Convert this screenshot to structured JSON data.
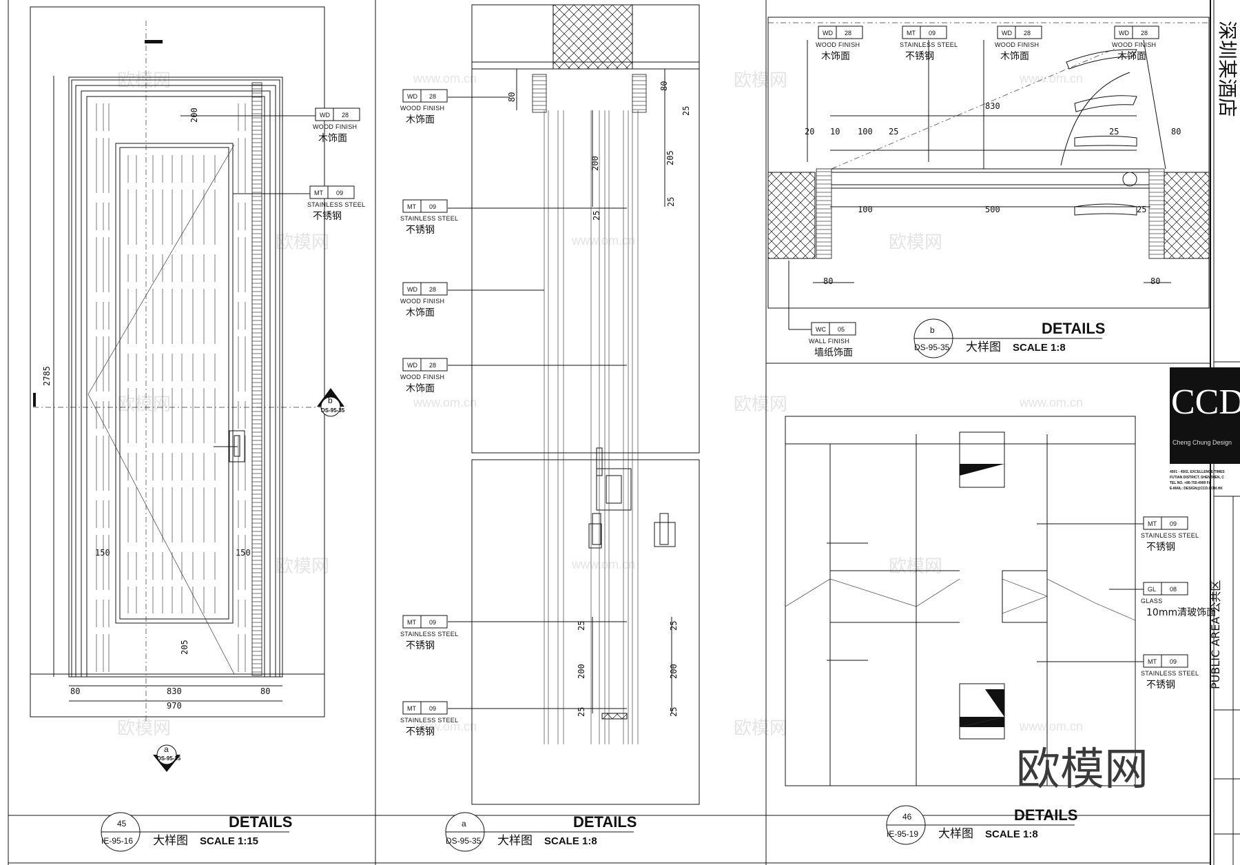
{
  "tags": [
    {
      "id": "t1",
      "code": "WD",
      "num": "28",
      "en": "WOOD FINISH",
      "zh": "木饰面"
    },
    {
      "id": "t2",
      "code": "MT",
      "num": "09",
      "en": "STAINLESS STEEL",
      "zh": "不锈钢"
    },
    {
      "id": "t3",
      "code": "WD",
      "num": "28",
      "en": "WOOD FINISH",
      "zh": "木饰面"
    },
    {
      "id": "t4",
      "code": "MT",
      "num": "09",
      "en": "STAINLESS STEEL",
      "zh": "不锈钢"
    },
    {
      "id": "t5",
      "code": "WD",
      "num": "28",
      "en": "WOOD FINISH",
      "zh": "木饰面"
    },
    {
      "id": "t6",
      "code": "WD",
      "num": "28",
      "en": "WOOD FINISH",
      "zh": "木饰面"
    },
    {
      "id": "t7",
      "code": "MT",
      "num": "09",
      "en": "STAINLESS STEEL",
      "zh": "不锈钢"
    },
    {
      "id": "t8",
      "code": "MT",
      "num": "09",
      "en": "STAINLESS STEEL",
      "zh": "不锈钢"
    },
    {
      "id": "t9",
      "code": "WD",
      "num": "28",
      "en": "WOOD FINISH",
      "zh": "木饰面"
    },
    {
      "id": "t10",
      "code": "MT",
      "num": "09",
      "en": "STAINLESS STEEL",
      "zh": "不锈钢"
    },
    {
      "id": "t11",
      "code": "WD",
      "num": "28",
      "en": "WOOD FINISH",
      "zh": "木饰面"
    },
    {
      "id": "t12",
      "code": "WD",
      "num": "28",
      "en": "WOOD FINISH",
      "zh": "木饰面"
    },
    {
      "id": "t13",
      "code": "WC",
      "num": "05",
      "en": "WALL FINISH",
      "zh": "墙纸饰面"
    },
    {
      "id": "t14",
      "code": "MT",
      "num": "09",
      "en": "STAINLESS STEEL",
      "zh": "不锈钢"
    },
    {
      "id": "t15",
      "code": "GL",
      "num": "08",
      "en": "GLASS",
      "zh": "10mm清玻饰面"
    },
    {
      "id": "t16",
      "code": "MT",
      "num": "09",
      "en": "STAINLESS STEEL",
      "zh": "不锈钢"
    }
  ],
  "dims": {
    "d1": "200",
    "d2": "2785",
    "d3": "150",
    "d4": "150",
    "d5": "205",
    "d6": "80",
    "d7": "830",
    "d8": "80",
    "d9": "970",
    "s1": "80",
    "s2": "80",
    "s3": "25",
    "s4": "200",
    "s5": "205",
    "s6": "25",
    "s7": "25",
    "s8": "25",
    "s9": "25",
    "s10": "200",
    "s11": "200",
    "s12": "25",
    "s13": "25",
    "p1": "830",
    "p2": "20",
    "p3": "10",
    "p4": "100",
    "p5": "25",
    "p6": "25",
    "p7": "80",
    "p8": "100",
    "p9": "500",
    "p10": "25",
    "p11": "80",
    "p12": "80"
  },
  "titles": [
    {
      "id": "tt1",
      "num": "45",
      "ref": "IE-95-16",
      "title": "DETAILS",
      "zh": "大样图",
      "scale": "SCALE  1:15"
    },
    {
      "id": "tt2",
      "num": "a",
      "ref": "DS-95-35",
      "title": "DETAILS",
      "zh": "大样图",
      "scale": "SCALE  1:8"
    },
    {
      "id": "tt3",
      "num": "b",
      "ref": "DS-95-35",
      "title": "DETAILS",
      "zh": "大样图",
      "scale": "SCALE  1:8"
    },
    {
      "id": "tt4",
      "num": "46",
      "ref": "IE-95-19",
      "title": "DETAILS",
      "zh": "大样图",
      "scale": "SCALE  1:8"
    }
  ],
  "section_marks": [
    {
      "id": "m1",
      "letter": "b",
      "ref": "DS-95-35"
    },
    {
      "id": "m2",
      "letter": "a",
      "ref": "DS-95-35"
    }
  ],
  "title_block": {
    "logo": "CCD",
    "logo_sub": "Cheng Chung Design",
    "addr1": "4501 - 4502, EXCELLENCE TIMES",
    "addr2": "FUTIAN DISTRICT, SHENZHEN, C",
    "tel": "TEL NO. +86-755-4909  FA",
    "email": "E-MAIL: DESIGN@CCD.COM.HK",
    "side_top": "深圳某酒店",
    "side_bottom": "PUBLIC AREA 公共区"
  },
  "watermark": {
    "brand": "欧模网",
    "url": "www.om.cn",
    "big": "欧模网"
  }
}
